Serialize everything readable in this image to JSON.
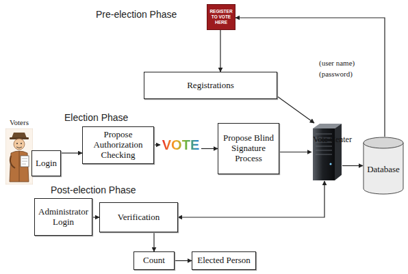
{
  "diagram": {
    "nodes": [
      {
        "text": [
          "REGISTER TO VOTE HERE"
        ]
      },
      {
        "text": [
          "Registrations"
        ]
      },
      {
        "text": [
          "Vote Center"
        ]
      },
      {
        "text": [
          "Database"
        ]
      },
      {
        "text": [
          "Login"
        ]
      },
      {
        "text": [
          "Propose Authorization Checking"
        ]
      },
      {
        "text": [
          "VOTE"
        ]
      },
      {
        "text": [
          "Propose Blind Signature Process"
        ]
      },
      {
        "text": [
          "Administrator Login"
        ]
      },
      {
        "text": [
          "Verification"
        ]
      },
      {
        "text": [
          "Count"
        ]
      },
      {
        "text": [
          "Elected Person"
        ]
      }
    ],
    "edges": [
      {
        "from": 0,
        "to": 1,
        "arrow": "to"
      },
      {
        "from": 1,
        "to": 2,
        "arrow": "to"
      },
      {
        "from": 4,
        "to": 5,
        "arrow": "to"
      },
      {
        "from": 5,
        "to": 6,
        "arrow": "to"
      },
      {
        "from": 6,
        "to": 7,
        "arrow": "to"
      },
      {
        "from": 7,
        "to": 2,
        "arrow": "to"
      },
      {
        "from": 2,
        "to": 3,
        "arrow": "to"
      },
      {
        "from": 3,
        "to": 0,
        "arrow": "to"
      },
      {
        "from": 8,
        "to": 9,
        "arrow": "to"
      },
      {
        "from": 9,
        "to": 2,
        "arrow": "both"
      },
      {
        "from": 9,
        "to": 10,
        "arrow": "to"
      },
      {
        "from": 10,
        "to": 11,
        "arrow": "to"
      }
    ],
    "labels": [
      "Pre-election Phase",
      "(user name)",
      "(password)",
      "Voters",
      "Election Phase",
      "Post-election Phase"
    ]
  }
}
